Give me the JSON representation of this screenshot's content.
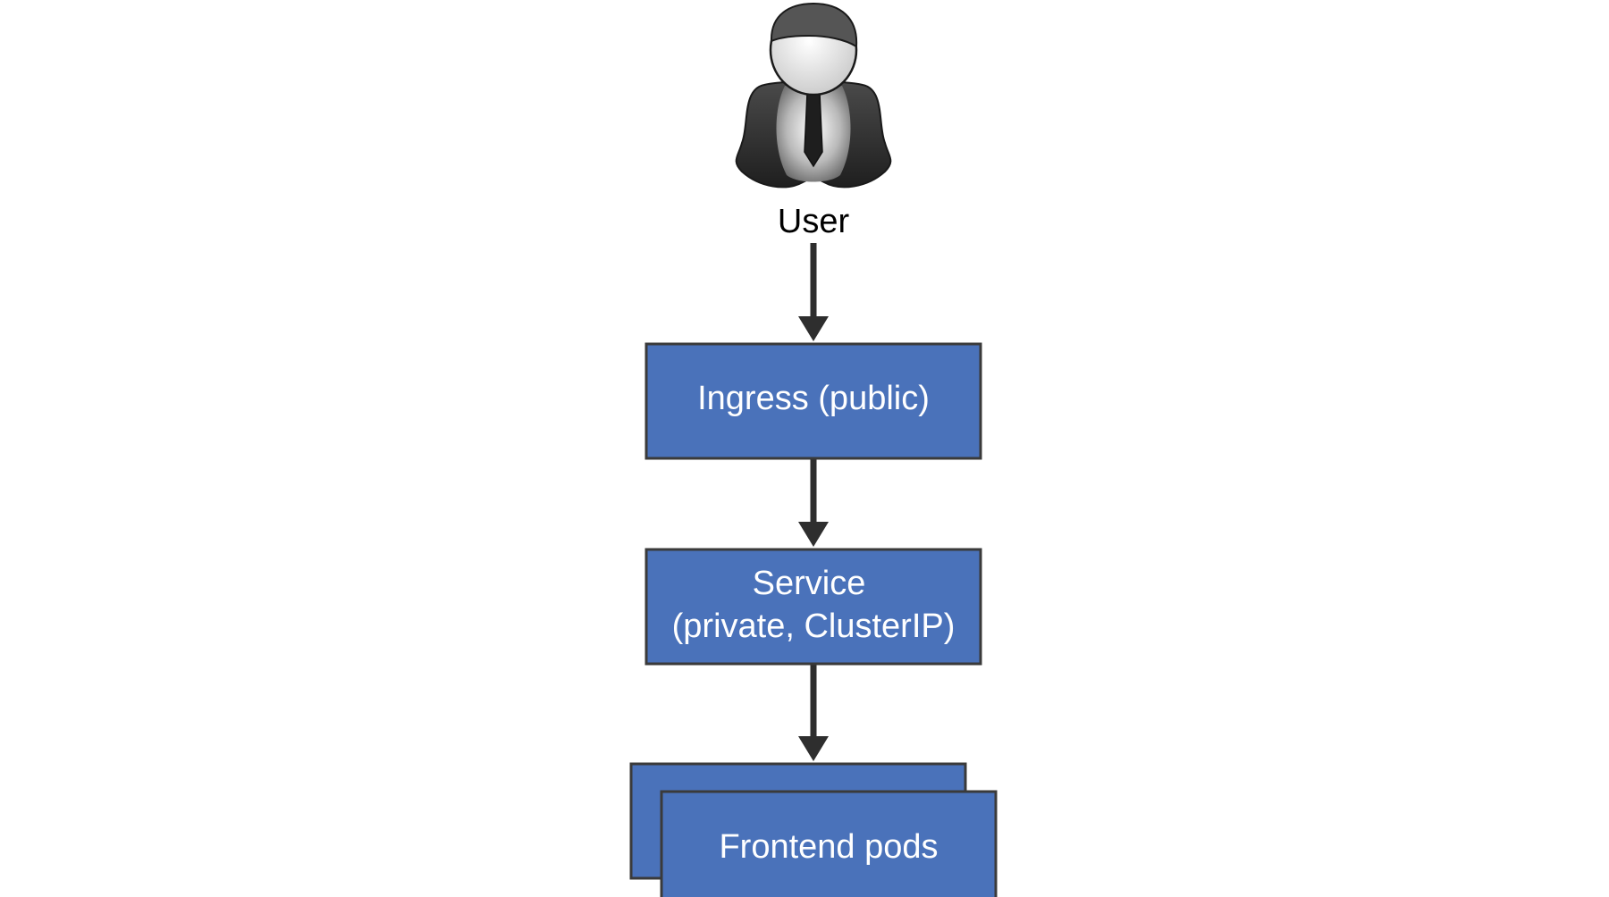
{
  "colors": {
    "box_fill": "#4a72ba",
    "box_stroke": "#3a3a3a",
    "arrow": "#2e2e2e",
    "background": "#ffffff"
  },
  "user": {
    "label": "User",
    "icon": "businessman-avatar-icon"
  },
  "nodes": {
    "ingress": {
      "label": "Ingress (public)"
    },
    "service": {
      "line1": "Service",
      "line2": "(private, ClusterIP)"
    },
    "pods": {
      "label": "Frontend pods",
      "stacked": true
    }
  },
  "edges": [
    {
      "from": "user",
      "to": "ingress"
    },
    {
      "from": "ingress",
      "to": "service"
    },
    {
      "from": "service",
      "to": "pods"
    }
  ]
}
